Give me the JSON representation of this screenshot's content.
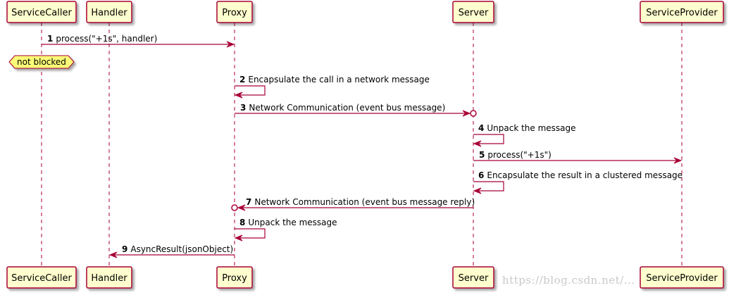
{
  "participants": [
    {
      "id": "caller",
      "label": "ServiceCaller"
    },
    {
      "id": "handler",
      "label": "Handler"
    },
    {
      "id": "proxy",
      "label": "Proxy"
    },
    {
      "id": "server",
      "label": "Server"
    },
    {
      "id": "provider",
      "label": "ServiceProvider"
    }
  ],
  "messages": [
    {
      "num": "1",
      "text": "process(\"+1s\", handler)",
      "from": "caller",
      "to": "proxy",
      "head": "arrow"
    },
    {
      "num": "2",
      "text": "Encapsulate the call in a network message",
      "from": "proxy",
      "to": "proxy",
      "head": "arrow"
    },
    {
      "num": "3",
      "text": "Network Communication (event bus message)",
      "from": "proxy",
      "to": "server",
      "head": "arrow-circle"
    },
    {
      "num": "4",
      "text": "Unpack the message",
      "from": "server",
      "to": "server",
      "head": "arrow"
    },
    {
      "num": "5",
      "text": "process(\"+1s\")",
      "from": "server",
      "to": "provider",
      "head": "arrow"
    },
    {
      "num": "6",
      "text": "Encapsulate the result in a clustered message",
      "from": "server",
      "to": "server",
      "head": "arrow"
    },
    {
      "num": "7",
      "text": "Network Communication (event bus message reply)",
      "from": "server",
      "to": "proxy",
      "head": "arrow-circle"
    },
    {
      "num": "8",
      "text": "Unpack the message",
      "from": "proxy",
      "to": "proxy",
      "head": "arrow"
    },
    {
      "num": "9",
      "text": "AsyncResult(jsonObject)",
      "from": "proxy",
      "to": "handler",
      "head": "arrow"
    }
  ],
  "note": {
    "text": "not blocked",
    "participant": "caller"
  },
  "watermark": "https://blog.csdn.net/...",
  "colors": {
    "box_fill": "#FEFECE",
    "box_border": "#A80036",
    "arrow": "#A80036",
    "note_fill": "#FBFB77",
    "lifeline": "#A80036"
  }
}
